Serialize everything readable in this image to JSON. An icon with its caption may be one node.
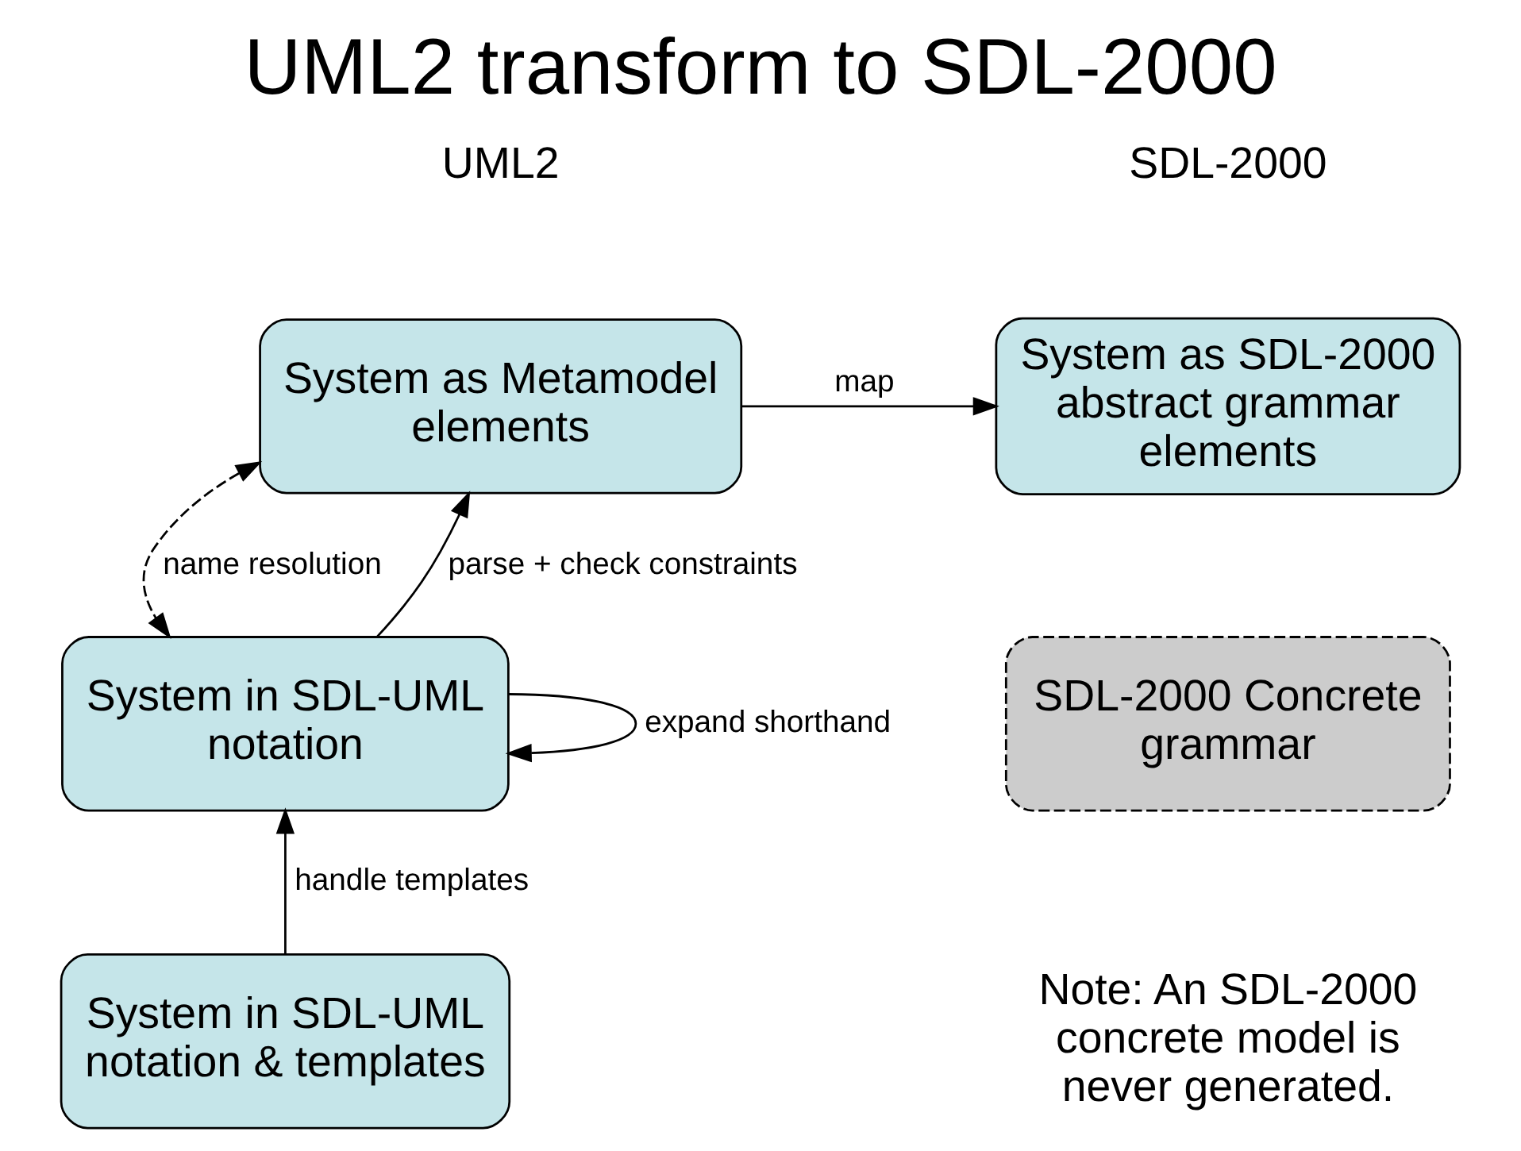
{
  "diagram": {
    "title": "UML2 transform to SDL-2000",
    "nodes": [
      {
        "text": [
          "System as Metamodel elements"
        ]
      },
      {
        "text": [
          "System as SDL-2000 abstract grammar elements"
        ]
      },
      {
        "text": [
          "System in SDL-UML notation"
        ]
      },
      {
        "text": [
          "SDL-2000 Concrete grammar"
        ]
      },
      {
        "text": [
          "System in SDL-UML notation & templates"
        ]
      }
    ],
    "edges": [
      {
        "from": 0,
        "to": 1,
        "arrow": "to",
        "label": "map"
      },
      {
        "from": 0,
        "to": 2,
        "arrow": "both",
        "label": "name resolution",
        "style": "dashed"
      },
      {
        "from": 2,
        "to": 0,
        "arrow": "to",
        "label": "parse + check constraints"
      },
      {
        "from": 4,
        "to": 2,
        "arrow": "to",
        "label": "handle templates"
      },
      {
        "from": 2,
        "to": 2,
        "arrow": "to",
        "label": "expand shorthand"
      }
    ],
    "labels": [
      "UML2",
      "SDL-2000",
      "Note: An SDL-2000 concrete model is never generated."
    ]
  }
}
